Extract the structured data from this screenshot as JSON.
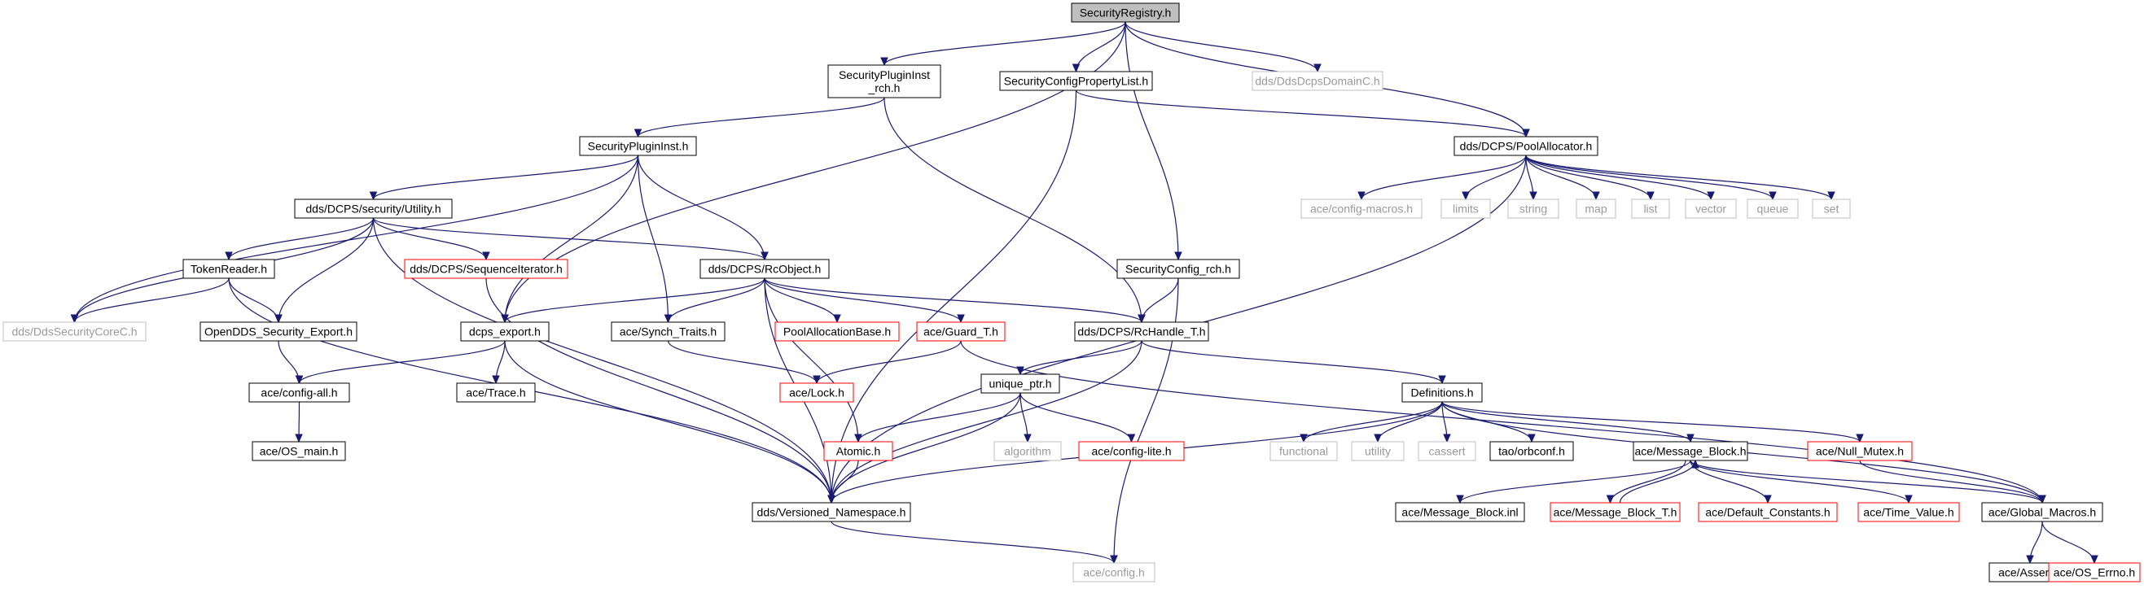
{
  "colors": {
    "edge": "#191970",
    "root_fill": "#bfbfbf",
    "normal_border": "#000000",
    "truncated_border": "#ff0000",
    "external_border": "#bfbfbf",
    "external_text": "#9a9a9a"
  },
  "nodes": {
    "security_registry": {
      "label": "SecurityRegistry.h",
      "kind": "root"
    },
    "security_plugin_inst_rch": {
      "label": "SecurityPluginInst\n_rch.h",
      "kind": "normal"
    },
    "security_config_property_list": {
      "label": "SecurityConfigPropertyList.h",
      "kind": "normal"
    },
    "dds_dcps_domain_c": {
      "label": "dds/DdsDcpsDomainC.h",
      "kind": "external"
    },
    "security_plugin_inst": {
      "label": "SecurityPluginInst.h",
      "kind": "normal"
    },
    "pool_allocator": {
      "label": "dds/DCPS/PoolAllocator.h",
      "kind": "normal"
    },
    "security_utility": {
      "label": "dds/DCPS/security/Utility.h",
      "kind": "normal"
    },
    "ace_config_macros": {
      "label": "ace/config-macros.h",
      "kind": "external"
    },
    "limits": {
      "label": "limits",
      "kind": "external"
    },
    "string": {
      "label": "string",
      "kind": "external"
    },
    "map": {
      "label": "map",
      "kind": "external"
    },
    "list": {
      "label": "list",
      "kind": "external"
    },
    "vector": {
      "label": "vector",
      "kind": "external"
    },
    "queue": {
      "label": "queue",
      "kind": "external"
    },
    "set": {
      "label": "set",
      "kind": "external"
    },
    "token_reader": {
      "label": "TokenReader.h",
      "kind": "normal"
    },
    "sequence_iterator": {
      "label": "dds/DCPS/SequenceIterator.h",
      "kind": "truncated"
    },
    "rc_object": {
      "label": "dds/DCPS/RcObject.h",
      "kind": "normal"
    },
    "security_config_rch": {
      "label": "SecurityConfig_rch.h",
      "kind": "normal"
    },
    "dds_security_core_c": {
      "label": "dds/DdsSecurityCoreC.h",
      "kind": "external"
    },
    "opendds_security_export": {
      "label": "OpenDDS_Security_Export.h",
      "kind": "normal"
    },
    "dcps_export": {
      "label": "dcps_export.h",
      "kind": "normal"
    },
    "synch_traits": {
      "label": "ace/Synch_Traits.h",
      "kind": "normal"
    },
    "pool_allocation_base": {
      "label": "PoolAllocationBase.h",
      "kind": "truncated"
    },
    "guard_t": {
      "label": "ace/Guard_T.h",
      "kind": "truncated"
    },
    "rc_handle_t": {
      "label": "dds/DCPS/RcHandle_T.h",
      "kind": "normal"
    },
    "ace_config_all": {
      "label": "ace/config-all.h",
      "kind": "normal"
    },
    "ace_trace": {
      "label": "ace/Trace.h",
      "kind": "normal"
    },
    "ace_lock": {
      "label": "ace/Lock.h",
      "kind": "truncated"
    },
    "unique_ptr": {
      "label": "unique_ptr.h",
      "kind": "normal"
    },
    "definitions": {
      "label": "Definitions.h",
      "kind": "normal"
    },
    "ace_os_main": {
      "label": "ace/OS_main.h",
      "kind": "normal"
    },
    "atomic": {
      "label": "Atomic.h",
      "kind": "truncated"
    },
    "algorithm": {
      "label": "algorithm",
      "kind": "external"
    },
    "ace_config_lite": {
      "label": "ace/config-lite.h",
      "kind": "truncated"
    },
    "functional": {
      "label": "functional",
      "kind": "external"
    },
    "utility": {
      "label": "utility",
      "kind": "external"
    },
    "cassert": {
      "label": "cassert",
      "kind": "external"
    },
    "tao_orbconf": {
      "label": "tao/orbconf.h",
      "kind": "normal"
    },
    "ace_message_block": {
      "label": "ace/Message_Block.h",
      "kind": "normal"
    },
    "ace_null_mutex": {
      "label": "ace/Null_Mutex.h",
      "kind": "truncated"
    },
    "versioned_namespace": {
      "label": "dds/Versioned_Namespace.h",
      "kind": "normal"
    },
    "ace_message_block_inl": {
      "label": "ace/Message_Block.inl",
      "kind": "normal"
    },
    "ace_message_block_t": {
      "label": "ace/Message_Block_T.h",
      "kind": "truncated"
    },
    "ace_default_constants": {
      "label": "ace/Default_Constants.h",
      "kind": "truncated"
    },
    "ace_time_value": {
      "label": "ace/Time_Value.h",
      "kind": "truncated"
    },
    "ace_global_macros": {
      "label": "ace/Global_Macros.h",
      "kind": "normal"
    },
    "ace_config": {
      "label": "ace/config.h",
      "kind": "external"
    },
    "ace_assert": {
      "label": "ace/Assert.h",
      "kind": "normal"
    },
    "ace_os_errno": {
      "label": "ace/OS_Errno.h",
      "kind": "truncated"
    }
  },
  "edges": [
    [
      "security_registry",
      "security_plugin_inst_rch"
    ],
    [
      "security_registry",
      "security_config_property_list"
    ],
    [
      "security_registry",
      "dds_dcps_domain_c"
    ],
    [
      "security_registry",
      "pool_allocator"
    ],
    [
      "security_registry",
      "security_config_rch"
    ],
    [
      "security_registry",
      "dcps_export"
    ],
    [
      "security_plugin_inst_rch",
      "security_plugin_inst"
    ],
    [
      "security_plugin_inst_rch",
      "rc_handle_t"
    ],
    [
      "security_config_property_list",
      "pool_allocator"
    ],
    [
      "security_config_property_list",
      "versioned_namespace"
    ],
    [
      "security_plugin_inst",
      "security_utility"
    ],
    [
      "security_plugin_inst",
      "dds_security_core_c"
    ],
    [
      "security_plugin_inst",
      "rc_object"
    ],
    [
      "security_plugin_inst",
      "dcps_export"
    ],
    [
      "security_plugin_inst",
      "synch_traits"
    ],
    [
      "pool_allocator",
      "ace_config_macros"
    ],
    [
      "pool_allocator",
      "limits"
    ],
    [
      "pool_allocator",
      "string"
    ],
    [
      "pool_allocator",
      "map"
    ],
    [
      "pool_allocator",
      "list"
    ],
    [
      "pool_allocator",
      "vector"
    ],
    [
      "pool_allocator",
      "queue"
    ],
    [
      "pool_allocator",
      "set"
    ],
    [
      "pool_allocator",
      "versioned_namespace"
    ],
    [
      "security_utility",
      "token_reader"
    ],
    [
      "security_utility",
      "sequence_iterator"
    ],
    [
      "security_utility",
      "rc_object"
    ],
    [
      "security_utility",
      "dds_security_core_c"
    ],
    [
      "security_utility",
      "opendds_security_export"
    ],
    [
      "security_utility",
      "versioned_namespace"
    ],
    [
      "token_reader",
      "dds_security_core_c"
    ],
    [
      "token_reader",
      "opendds_security_export"
    ],
    [
      "token_reader",
      "versioned_namespace"
    ],
    [
      "sequence_iterator",
      "versioned_namespace"
    ],
    [
      "rc_object",
      "dcps_export"
    ],
    [
      "rc_object",
      "synch_traits"
    ],
    [
      "rc_object",
      "pool_allocation_base"
    ],
    [
      "rc_object",
      "guard_t"
    ],
    [
      "rc_object",
      "rc_handle_t"
    ],
    [
      "rc_object",
      "atomic"
    ],
    [
      "rc_object",
      "versioned_namespace"
    ],
    [
      "security_config_rch",
      "rc_handle_t"
    ],
    [
      "security_config_rch",
      "ace_config"
    ],
    [
      "opendds_security_export",
      "ace_config_all"
    ],
    [
      "dcps_export",
      "ace_config_all"
    ],
    [
      "dcps_export",
      "ace_trace"
    ],
    [
      "dcps_export",
      "versioned_namespace"
    ],
    [
      "synch_traits",
      "ace_lock"
    ],
    [
      "guard_t",
      "ace_lock"
    ],
    [
      "guard_t",
      "ace_global_macros"
    ],
    [
      "rc_handle_t",
      "unique_ptr"
    ],
    [
      "rc_handle_t",
      "definitions"
    ],
    [
      "rc_handle_t",
      "versioned_namespace"
    ],
    [
      "ace_config_all",
      "ace_os_main"
    ],
    [
      "unique_ptr",
      "atomic"
    ],
    [
      "unique_ptr",
      "algorithm"
    ],
    [
      "unique_ptr",
      "ace_config_lite"
    ],
    [
      "unique_ptr",
      "versioned_namespace"
    ],
    [
      "atomic",
      "versioned_namespace"
    ],
    [
      "definitions",
      "functional"
    ],
    [
      "definitions",
      "utility"
    ],
    [
      "definitions",
      "cassert"
    ],
    [
      "definitions",
      "tao_orbconf"
    ],
    [
      "definitions",
      "ace_message_block"
    ],
    [
      "definitions",
      "ace_null_mutex"
    ],
    [
      "definitions",
      "ace_global_macros"
    ],
    [
      "definitions",
      "versioned_namespace"
    ],
    [
      "ace_message_block",
      "ace_message_block_t"
    ],
    [
      "ace_message_block_t",
      "ace_message_block"
    ],
    [
      "ace_message_block",
      "ace_default_constants"
    ],
    [
      "ace_message_block",
      "ace_time_value"
    ],
    [
      "ace_message_block",
      "ace_global_macros"
    ],
    [
      "ace_message_block",
      "ace_message_block_inl"
    ],
    [
      "ace_null_mutex",
      "ace_global_macros"
    ],
    [
      "versioned_namespace",
      "ace_config"
    ],
    [
      "ace_global_macros",
      "ace_assert"
    ],
    [
      "ace_global_macros",
      "ace_os_errno"
    ]
  ]
}
